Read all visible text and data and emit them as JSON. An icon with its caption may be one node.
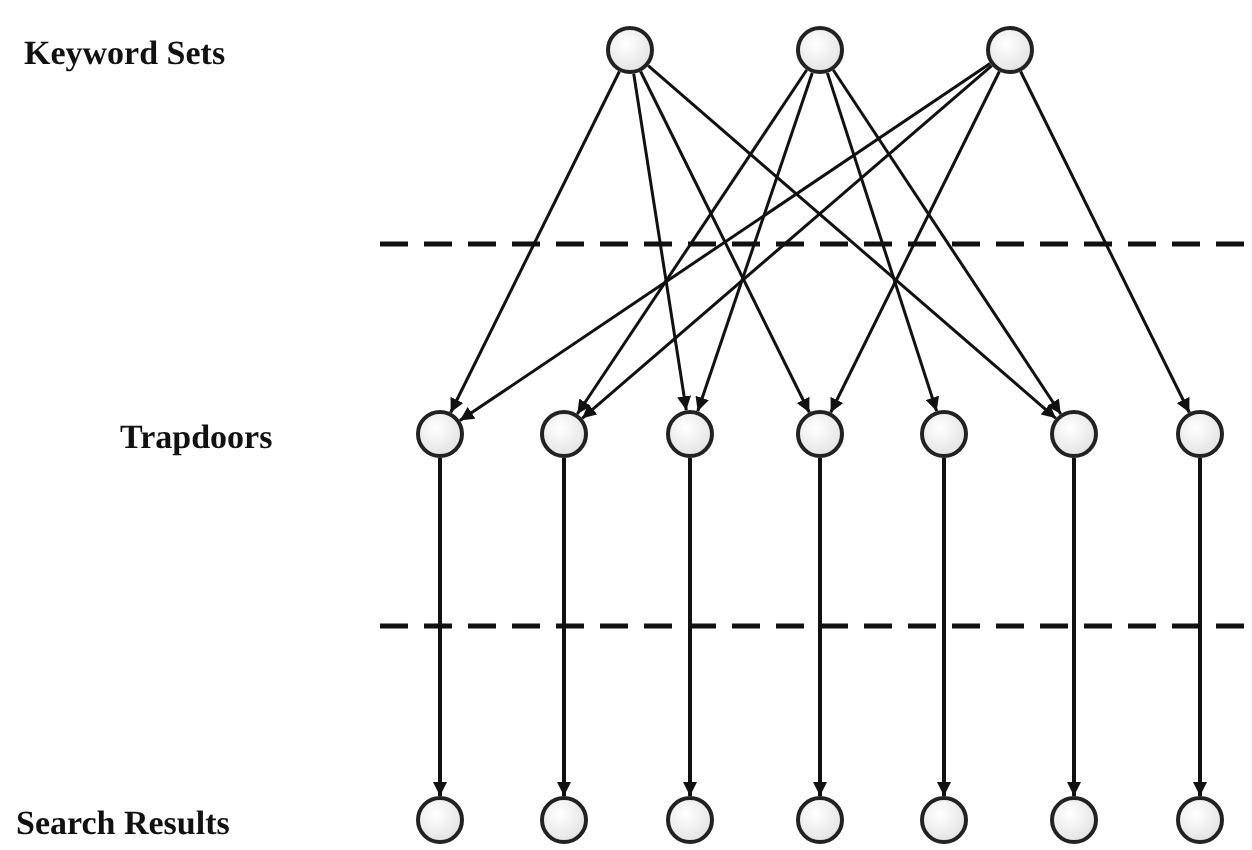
{
  "diagram": {
    "nodes": [
      {
        "text": [],
        "shape": "circle"
      },
      {
        "text": [],
        "shape": "circle"
      },
      {
        "text": [],
        "shape": "circle"
      },
      {
        "text": [],
        "shape": "circle"
      },
      {
        "text": [],
        "shape": "circle"
      },
      {
        "text": [],
        "shape": "circle"
      },
      {
        "text": [],
        "shape": "circle"
      },
      {
        "text": [],
        "shape": "circle"
      },
      {
        "text": [],
        "shape": "circle"
      },
      {
        "text": [],
        "shape": "circle"
      },
      {
        "text": [],
        "shape": "circle"
      },
      {
        "text": [],
        "shape": "circle"
      },
      {
        "text": [],
        "shape": "circle"
      },
      {
        "text": [],
        "shape": "circle"
      },
      {
        "text": [],
        "shape": "circle"
      },
      {
        "text": [],
        "shape": "circle"
      },
      {
        "text": [],
        "shape": "circle"
      }
    ],
    "edges": [
      {
        "from": 0,
        "to": 3,
        "arrow": "to"
      },
      {
        "from": 0,
        "to": 5,
        "arrow": "to"
      },
      {
        "from": 0,
        "to": 6,
        "arrow": "to"
      },
      {
        "from": 0,
        "to": 8,
        "arrow": "to"
      },
      {
        "from": 1,
        "to": 4,
        "arrow": "to"
      },
      {
        "from": 1,
        "to": 5,
        "arrow": "to"
      },
      {
        "from": 1,
        "to": 7,
        "arrow": "to"
      },
      {
        "from": 1,
        "to": 8,
        "arrow": "to"
      },
      {
        "from": 2,
        "to": 3,
        "arrow": "to"
      },
      {
        "from": 2,
        "to": 4,
        "arrow": "to"
      },
      {
        "from": 2,
        "to": 6,
        "arrow": "to"
      },
      {
        "from": 2,
        "to": 9,
        "arrow": "to"
      },
      {
        "from": 3,
        "to": 10,
        "arrow": "to"
      },
      {
        "from": 4,
        "to": 11,
        "arrow": "to"
      },
      {
        "from": 5,
        "to": 12,
        "arrow": "to"
      },
      {
        "from": 6,
        "to": 13,
        "arrow": "to"
      },
      {
        "from": 7,
        "to": 14,
        "arrow": "to"
      },
      {
        "from": 8,
        "to": 15,
        "arrow": "to"
      },
      {
        "from": 9,
        "to": 16,
        "arrow": "to"
      }
    ],
    "labels": [
      "Keyword Sets",
      "Trapdoors",
      "Search Results"
    ]
  }
}
